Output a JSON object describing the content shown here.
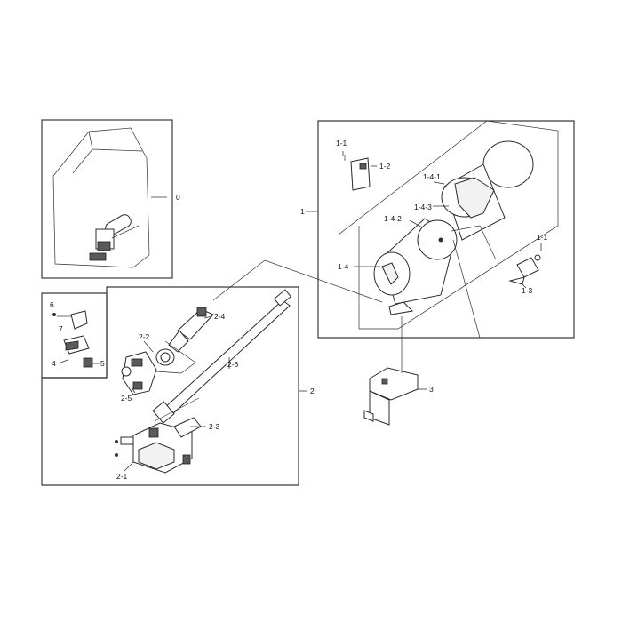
{
  "diagram": {
    "title": "",
    "callouts": {
      "c0": "0",
      "c1": "1",
      "c1_1a": "1-1",
      "c1_2": "1-2",
      "c1_4_1": "1-4-1",
      "c1_4_3": "1-4-3",
      "c1_4_2": "1-4-2",
      "c1_4": "1-4",
      "c1_1b": "1-1",
      "c1_3": "1-3",
      "c2": "2",
      "c2_1": "2-1",
      "c2_2": "2-2",
      "c2_3": "2-3",
      "c2_4": "2-4",
      "c2_5": "2-5",
      "c2_6": "2-6",
      "c3": "3",
      "c4": "4",
      "c5": "5",
      "c6": "6",
      "c7": "7"
    }
  }
}
